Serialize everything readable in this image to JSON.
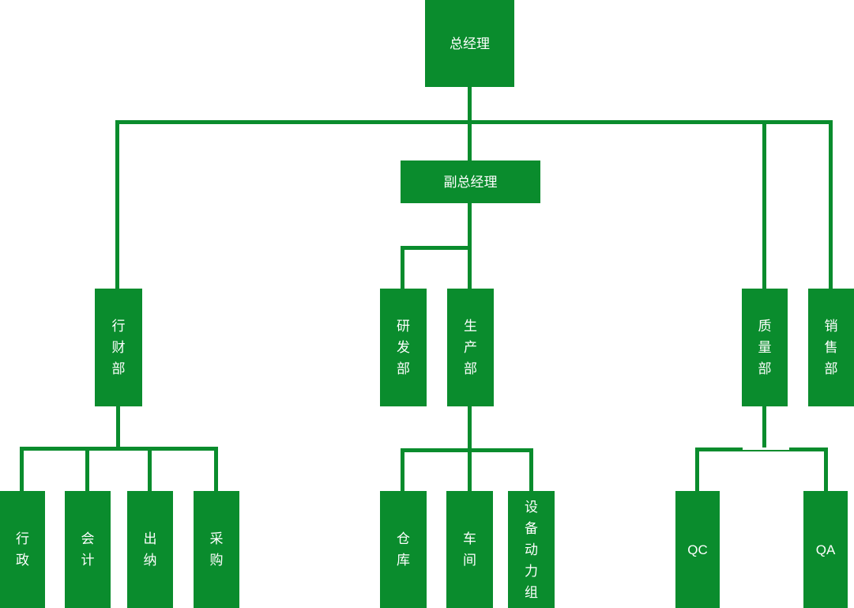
{
  "theme": {
    "node_color": "#0a8c2d",
    "line_color": "#0a8c2d",
    "text_color": "#ffffff",
    "background_color": "#ffffff"
  },
  "diagram": {
    "type": "org-chart",
    "nodes": {
      "gm": {
        "label": "总经理",
        "level": 1,
        "text_direction": "horizontal"
      },
      "vgm": {
        "label": "副总经理",
        "level": 2,
        "text_direction": "horizontal"
      },
      "finance": {
        "label": "行财部",
        "level": 3,
        "text_direction": "vertical"
      },
      "rd": {
        "label": "研发部",
        "level": 3,
        "text_direction": "vertical"
      },
      "production": {
        "label": "生产部",
        "level": 3,
        "text_direction": "vertical"
      },
      "quality": {
        "label": "质量部",
        "level": 3,
        "text_direction": "vertical"
      },
      "sales": {
        "label": "销售部",
        "level": 3,
        "text_direction": "vertical"
      },
      "admin": {
        "label": "行政",
        "level": 4,
        "text_direction": "vertical"
      },
      "accounting": {
        "label": "会计",
        "level": 4,
        "text_direction": "vertical"
      },
      "cashier": {
        "label": "出纳",
        "level": 4,
        "text_direction": "vertical"
      },
      "purchasing": {
        "label": "采购",
        "level": 4,
        "text_direction": "vertical"
      },
      "warehouse": {
        "label": "仓库",
        "level": 4,
        "text_direction": "vertical"
      },
      "workshop": {
        "label": "车间",
        "level": 4,
        "text_direction": "vertical"
      },
      "equipment": {
        "label": "设备动力组",
        "level": 4,
        "text_direction": "vertical"
      },
      "qc": {
        "label": "QC",
        "level": 4,
        "text_direction": "horizontal"
      },
      "qa": {
        "label": "QA",
        "level": 4,
        "text_direction": "horizontal"
      }
    },
    "edges": [
      {
        "from": "gm",
        "to": "finance"
      },
      {
        "from": "gm",
        "to": "vgm"
      },
      {
        "from": "gm",
        "to": "quality"
      },
      {
        "from": "gm",
        "to": "sales"
      },
      {
        "from": "vgm",
        "to": "rd"
      },
      {
        "from": "vgm",
        "to": "production"
      },
      {
        "from": "finance",
        "to": "admin"
      },
      {
        "from": "finance",
        "to": "accounting"
      },
      {
        "from": "finance",
        "to": "cashier"
      },
      {
        "from": "finance",
        "to": "purchasing"
      },
      {
        "from": "production",
        "to": "warehouse"
      },
      {
        "from": "production",
        "to": "workshop"
      },
      {
        "from": "production",
        "to": "equipment"
      },
      {
        "from": "quality",
        "to": "qc"
      },
      {
        "from": "quality",
        "to": "qa"
      }
    ]
  }
}
